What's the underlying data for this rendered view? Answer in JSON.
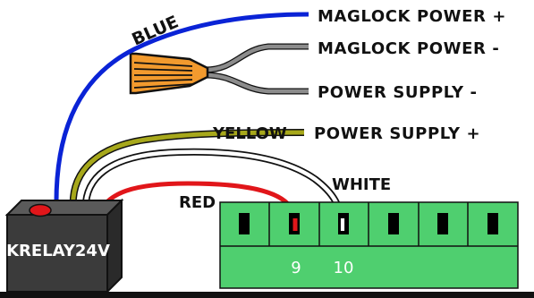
{
  "labels": {
    "wire_blue": "BLUE",
    "wire_yellow": "YELLOW",
    "wire_white": "WHITE",
    "wire_red": "RED",
    "maglock_power_plus": "MAGLOCK POWER +",
    "maglock_power_minus": "MAGLOCK POWER -",
    "power_supply_minus": "POWER SUPPLY -",
    "power_supply_plus": "POWER SUPPLY +",
    "relay": "KRELAY24V",
    "terminal_9": "9",
    "terminal_10": "10"
  },
  "colors": {
    "blue_wire": "#0a23d6",
    "yellow_wire": "#a7a81b",
    "white_wire": "#ffffff",
    "red_wire": "#e1161a",
    "relay_body": "#3b3b3b",
    "relay_indicator": "#e1161a",
    "terminal_block": "#4fcf6f",
    "wire_nut": "#f29a2e",
    "grey_wire": "#8c8c8c"
  },
  "icons": {
    "relay": "relay-module-icon",
    "terminal_block": "terminal-block-icon",
    "wire_nut": "wire-nut-icon"
  }
}
